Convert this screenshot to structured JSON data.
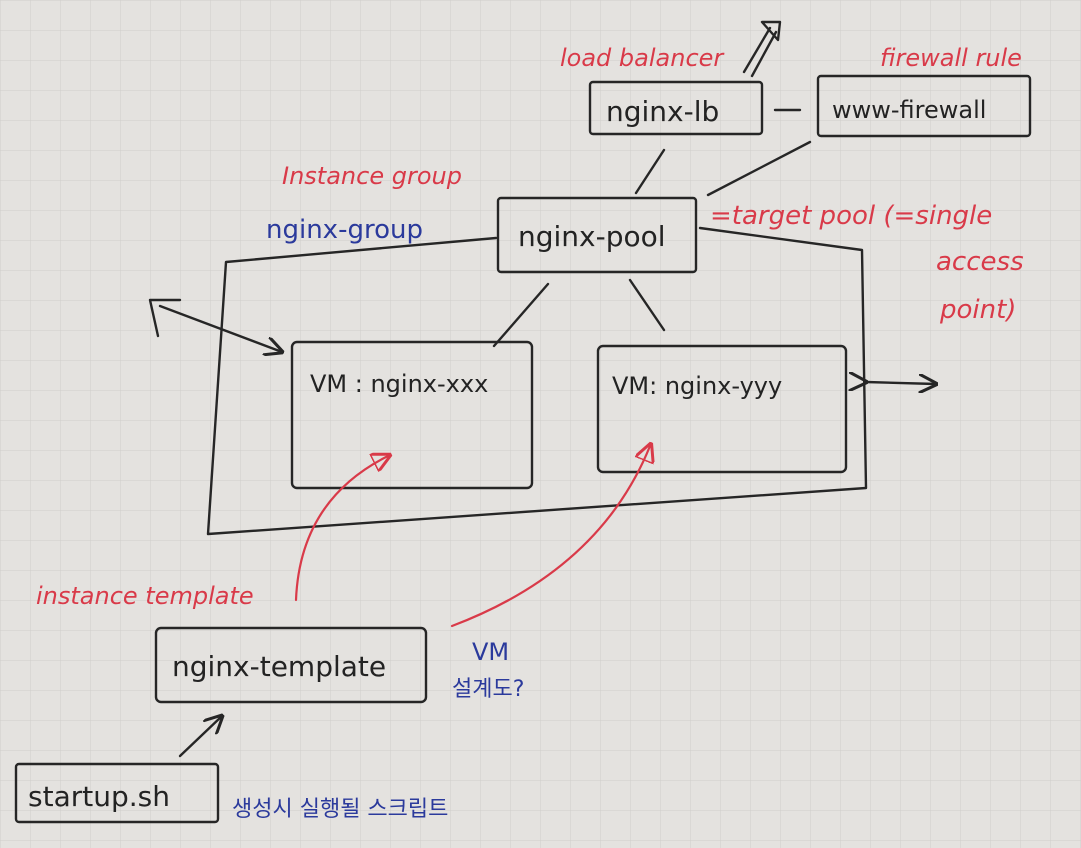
{
  "labels": {
    "load_balancer": "load balancer",
    "firewall_rule": "firewall rule",
    "instance_group": "Instance group",
    "target_pool_note_1": "=target pool (=single",
    "target_pool_note_2": "access",
    "target_pool_note_3": "point)",
    "instance_template": "instance template",
    "vm_design_1": "VM",
    "vm_design_2": "설계도?",
    "startup_note": "생성시 실행될 스크립트"
  },
  "nodes": {
    "lb": "nginx-lb",
    "firewall": "www-firewall",
    "group": "nginx-group",
    "pool": "nginx-pool",
    "vm1": "VM : nginx-xxx",
    "vm2": "VM: nginx-yyy",
    "template": "nginx-template",
    "startup": "startup.sh"
  },
  "colors": {
    "black_ink": "#232323",
    "red_ink": "#d93a49",
    "blue_ink": "#2b3a9c",
    "paper": "#e4e2df",
    "grid": "#d2d0cc"
  }
}
